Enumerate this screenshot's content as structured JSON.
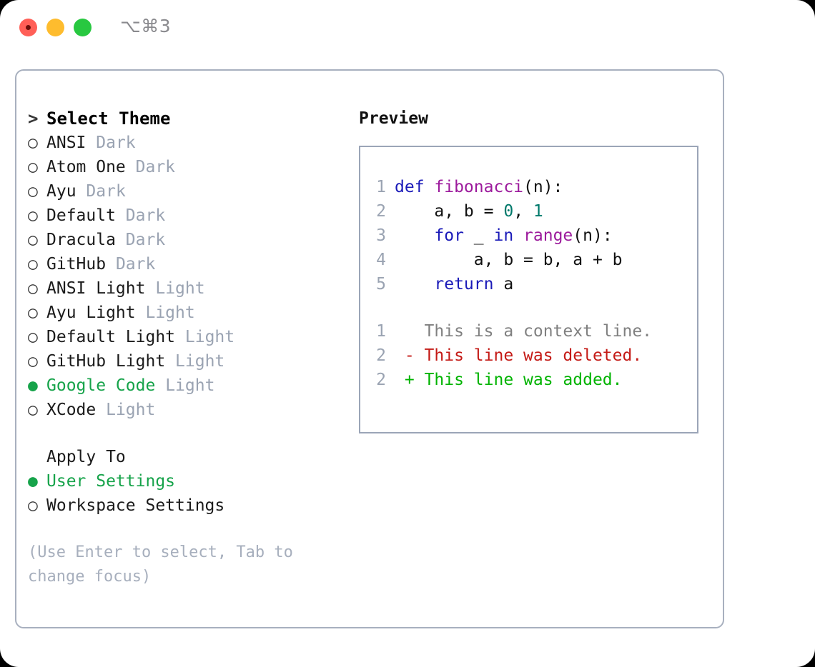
{
  "window": {
    "shortcut": "⌥⌘3",
    "traffic_lights": [
      "close-red",
      "minimize-yellow",
      "maximize-green"
    ]
  },
  "left": {
    "header_prefix": "> ",
    "header": "Select Theme",
    "themes": [
      {
        "marker": "○",
        "name": "ANSI",
        "variant": "Dark",
        "selected": false
      },
      {
        "marker": "○",
        "name": "Atom One",
        "variant": "Dark",
        "selected": false
      },
      {
        "marker": "○",
        "name": "Ayu",
        "variant": "Dark",
        "selected": false
      },
      {
        "marker": "○",
        "name": "Default",
        "variant": "Dark",
        "selected": false
      },
      {
        "marker": "○",
        "name": "Dracula",
        "variant": "Dark",
        "selected": false
      },
      {
        "marker": "○",
        "name": "GitHub",
        "variant": "Dark",
        "selected": false
      },
      {
        "marker": "○",
        "name": "ANSI Light",
        "variant": "Light",
        "selected": false
      },
      {
        "marker": "○",
        "name": "Ayu Light",
        "variant": "Light",
        "selected": false
      },
      {
        "marker": "○",
        "name": "Default Light",
        "variant": "Light",
        "selected": false
      },
      {
        "marker": "○",
        "name": "GitHub Light",
        "variant": "Light",
        "selected": false
      },
      {
        "marker": "●",
        "name": "Google Code",
        "variant": "Light",
        "selected": true
      },
      {
        "marker": "○",
        "name": "XCode",
        "variant": "Light",
        "selected": false
      }
    ],
    "apply_to_header": "Apply To",
    "apply_to": [
      {
        "marker": "●",
        "name": "User Settings",
        "selected": true
      },
      {
        "marker": "○",
        "name": "Workspace Settings",
        "selected": false
      }
    ],
    "hint": "(Use Enter to select, Tab to change focus)"
  },
  "right": {
    "preview_title": "Preview",
    "code_lines": [
      {
        "num": "1",
        "tokens": [
          {
            "t": "def ",
            "c": "kw"
          },
          {
            "t": "fibonacci",
            "c": "fn"
          },
          {
            "t": "(n):",
            "c": "txt"
          }
        ]
      },
      {
        "num": "2",
        "tokens": [
          {
            "t": "    a, b = ",
            "c": "txt"
          },
          {
            "t": "0",
            "c": "num"
          },
          {
            "t": ", ",
            "c": "txt"
          },
          {
            "t": "1",
            "c": "num"
          }
        ]
      },
      {
        "num": "3",
        "tokens": [
          {
            "t": "    ",
            "c": "txt"
          },
          {
            "t": "for",
            "c": "kw"
          },
          {
            "t": " _ ",
            "c": "txt"
          },
          {
            "t": "in",
            "c": "kw"
          },
          {
            "t": " ",
            "c": "txt"
          },
          {
            "t": "range",
            "c": "fn"
          },
          {
            "t": "(n):",
            "c": "txt"
          }
        ]
      },
      {
        "num": "4",
        "tokens": [
          {
            "t": "        a, b = b, a + b",
            "c": "txt"
          }
        ]
      },
      {
        "num": "5",
        "tokens": [
          {
            "t": "    ",
            "c": "txt"
          },
          {
            "t": "return",
            "c": "kw"
          },
          {
            "t": " a",
            "c": "txt"
          }
        ]
      }
    ],
    "diff_lines": [
      {
        "num": "1",
        "tokens": [
          {
            "t": "   This is a context line.",
            "c": "ctx"
          }
        ]
      },
      {
        "num": "2",
        "tokens": [
          {
            "t": " - This line was deleted.",
            "c": "del"
          }
        ]
      },
      {
        "num": "2",
        "tokens": [
          {
            "t": " + This line was added.",
            "c": "add"
          }
        ]
      }
    ]
  },
  "colors": {
    "accent_green": "#16A34A",
    "keyword_blue": "#1A1AB8",
    "function_magenta": "#9C1A9C",
    "number_teal": "#00796B",
    "diff_deleted_red": "#C41A16",
    "diff_added_green": "#00B300",
    "muted_grey": "#9AA3B2",
    "border_grey": "#9BA5B7",
    "panel_border": "#A8B0BF"
  }
}
